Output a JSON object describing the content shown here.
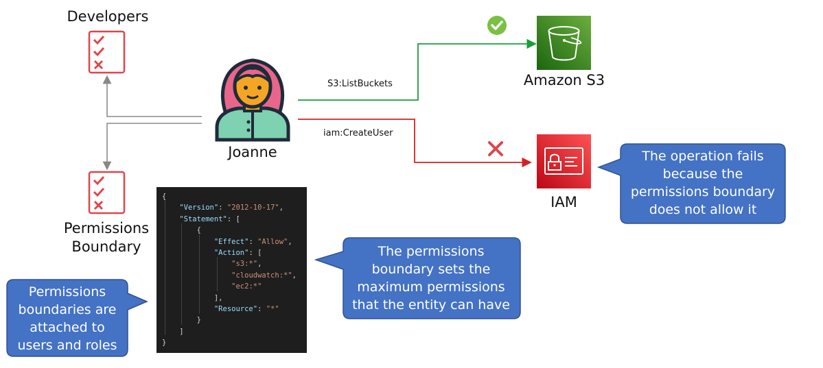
{
  "labels": {
    "developers": "Developers",
    "permissions_boundary_line1": "Permissions",
    "permissions_boundary_line2": "Boundary",
    "joanne": "Joanne",
    "amazon_s3": "Amazon S3",
    "iam": "IAM",
    "action_allowed": "S3:ListBuckets",
    "action_denied": "iam:CreateUser"
  },
  "callouts": {
    "fails": [
      "The operation fails",
      "because the",
      "permissions boundary",
      "does not allow it"
    ],
    "sets_max": [
      "The permissions",
      "boundary sets the",
      "maximum permissions",
      "that the entity can have"
    ],
    "attached": [
      "Permissions",
      "boundaries are",
      "attached to",
      "users and roles"
    ]
  },
  "policy": {
    "version_key": "\"Version\"",
    "version_value": "\"2012-10-17\"",
    "statement_key": "\"Statement\"",
    "effect_key": "\"Effect\"",
    "effect_value": "\"Allow\"",
    "action_key": "\"Action\"",
    "actions": [
      "\"s3:*\"",
      "\"cloudwatch:*\"",
      "\"ec2:*\""
    ],
    "resource_key": "\"Resource\"",
    "resource_value": "\"*\""
  },
  "colors": {
    "allow_line": "#1a9e3a",
    "deny_line": "#d42020",
    "callout": "#4472c4",
    "s3": "#3f8624",
    "iam": "#dd344c",
    "checklist": "#e0454a"
  },
  "icons": {
    "checklist": "checklist-icon",
    "user": "user-avatar-icon",
    "s3": "s3-bucket-icon",
    "iam": "iam-id-card-icon",
    "success": "check-circle-icon",
    "fail": "x-mark-icon"
  }
}
